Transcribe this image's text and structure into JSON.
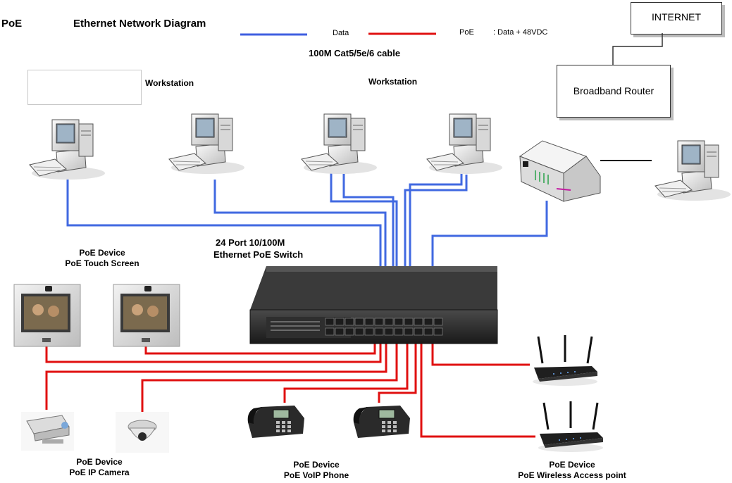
{
  "header": {
    "poe_label": "PoE",
    "title": "Ethernet Network Diagram",
    "legend_data_label": "Data",
    "legend_poe_label": "PoE",
    "legend_poe_desc": ": Data + 48VDC",
    "cable_label": "100M Cat5/5e/6 cable"
  },
  "colors": {
    "data_line": "#4169e1",
    "poe_line": "#e01010",
    "data_legend": "#3f5fe0",
    "link_line": "#000000"
  },
  "internet_box": {
    "label": "INTERNET"
  },
  "router_box": {
    "label": "Broadband Router"
  },
  "workstations": {
    "label_left": "Workstation",
    "label_right": "Workstation"
  },
  "switch": {
    "line1": "24 Port 10/100M",
    "line2": "Ethernet PoE Switch"
  },
  "touch_screen": {
    "line1": "PoE Device",
    "line2": "PoE Touch Screen"
  },
  "ip_camera": {
    "line1": "PoE Device",
    "line2": "PoE IP Camera"
  },
  "voip_phone": {
    "line1": "PoE Device",
    "line2": "PoE VoIP Phone"
  },
  "access_point": {
    "line1": "PoE Device",
    "line2": "PoE Wireless Access point"
  }
}
